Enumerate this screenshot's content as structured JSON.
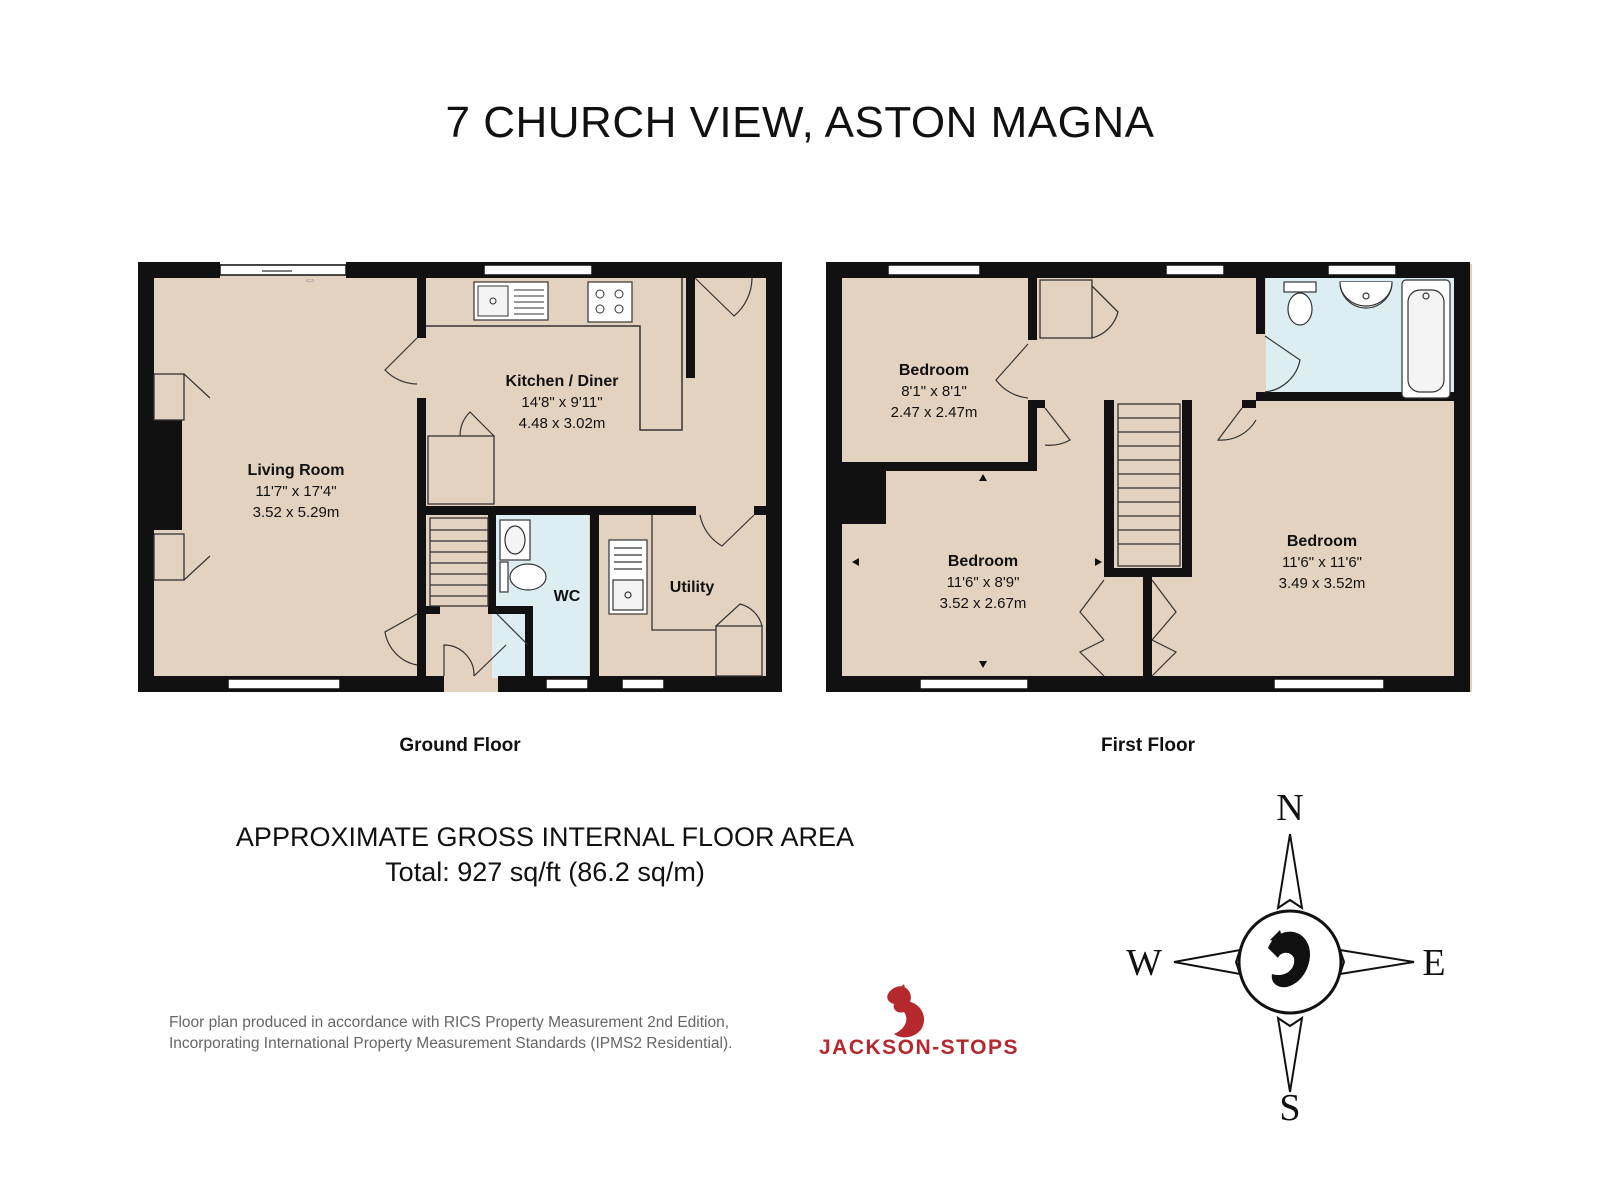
{
  "title": "7 CHURCH VIEW, ASTON MAGNA",
  "ground_floor": {
    "label": "Ground Floor",
    "rooms": {
      "living": {
        "name": "Living Room",
        "imperial": "11'7\" x 17'4\"",
        "metric": "3.52 x 5.29m"
      },
      "kitchen": {
        "name": "Kitchen / Diner",
        "imperial": "14'8\" x 9'11\"",
        "metric": "4.48 x 3.02m"
      },
      "wc": {
        "name": "WC"
      },
      "utility": {
        "name": "Utility"
      }
    }
  },
  "first_floor": {
    "label": "First Floor",
    "rooms": {
      "bedroom1": {
        "name": "Bedroom",
        "imperial": "8'1\" x 8'1\"",
        "metric": "2.47 x 2.47m"
      },
      "bedroom2": {
        "name": "Bedroom",
        "imperial": "11'6\" x 8'9\"",
        "metric": "3.52 x 2.67m"
      },
      "bedroom3": {
        "name": "Bedroom",
        "imperial": "11'6\" x 11'6\"",
        "metric": "3.49 x 3.52m"
      }
    }
  },
  "area": {
    "heading": "APPROXIMATE GROSS INTERNAL FLOOR AREA",
    "total": "Total: 927 sq/ft (86.2 sq/m)"
  },
  "disclaimer": {
    "line1": "Floor plan produced in accordance with RICS Property Measurement 2nd Edition,",
    "line2": "Incorporating International Property Measurement Standards (IPMS2 Residential)."
  },
  "brand": {
    "name": "JACKSON-STOPS",
    "color": "#b5282e"
  },
  "compass": {
    "n": "N",
    "s": "S",
    "e": "E",
    "w": "W"
  },
  "colors": {
    "room_fill": "#e4d2c0",
    "wet_room_fill": "#ddeef2",
    "wall": "#111111"
  }
}
